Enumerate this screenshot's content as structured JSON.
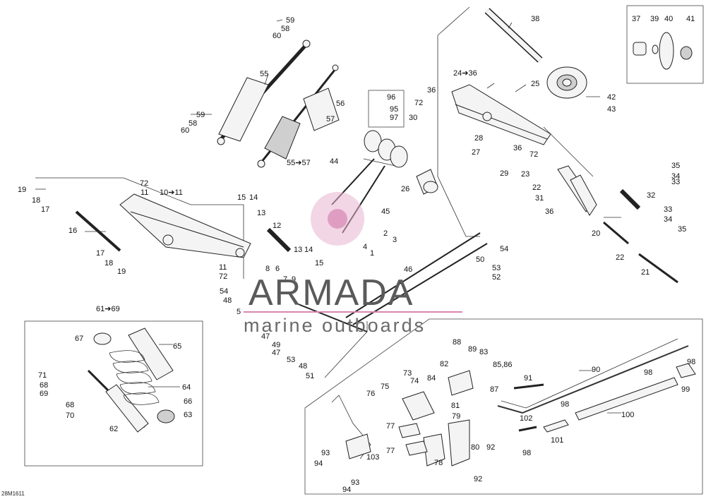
{
  "diagram_ref": "28M1611",
  "watermark": {
    "brand": "ARMADA",
    "tagline": "marine outboards"
  },
  "labels": [
    "59",
    "58",
    "60",
    "55",
    "59",
    "58",
    "60",
    "55➔57",
    "56",
    "57",
    "96",
    "95",
    "97",
    "38",
    "37",
    "39",
    "40",
    "41",
    "24➔36",
    "25",
    "36",
    "72",
    "30",
    "42",
    "43",
    "28",
    "27",
    "36",
    "72",
    "29",
    "44",
    "26",
    "45",
    "2",
    "3",
    "4",
    "1",
    "19",
    "18",
    "17",
    "16",
    "17",
    "18",
    "19",
    "72",
    "11",
    "10➔11",
    "15",
    "14",
    "13",
    "12",
    "13",
    "14",
    "15",
    "11",
    "72",
    "8",
    "6",
    "7",
    "9",
    "54",
    "48",
    "5",
    "47",
    "49",
    "47",
    "53",
    "48",
    "51",
    "46",
    "54",
    "50",
    "53",
    "52",
    "35",
    "34",
    "33",
    "23",
    "22",
    "31",
    "32",
    "33",
    "34",
    "35",
    "36",
    "20",
    "22",
    "21",
    "61➔69",
    "67",
    "65",
    "71",
    "68",
    "69",
    "68",
    "70",
    "64",
    "66",
    "63",
    "62",
    "88",
    "89",
    "83",
    "82",
    "85,86",
    "73",
    "74",
    "84",
    "75",
    "76",
    "81",
    "87",
    "91",
    "90",
    "98",
    "98",
    "99",
    "98",
    "100",
    "79",
    "77",
    "77",
    "78",
    "80",
    "92",
    "102",
    "101",
    "98",
    "93",
    "94",
    "103",
    "93",
    "94",
    "92"
  ]
}
